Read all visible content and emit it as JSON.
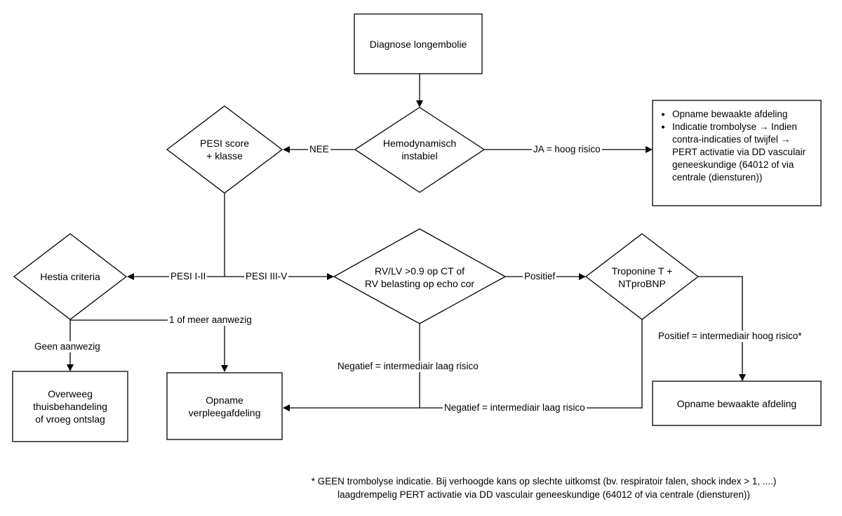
{
  "nodes": {
    "diagnose": "Diagnose longembolie",
    "hemodynamisch_1": "Hemodynamisch",
    "hemodynamisch_2": "instabiel",
    "pesi_1": "PESI score",
    "pesi_2": "+ klasse",
    "hestia": "Hestia criteria",
    "rvlv_1": "RV/LV >0.9 op CT of",
    "rvlv_2": "RV belasting op echo cor",
    "troponine_1": "Troponine T +",
    "troponine_2": "NTproBNP",
    "overweeg_1": "Overweeg",
    "overweeg_2": "thuisbehandeling",
    "overweeg_3": "of vroeg ontslag",
    "opname_verpleeg_1": "Opname",
    "opname_verpleeg_2": "verpleegafdeling",
    "opname_bewaakt": "Opname bewaakte afdeling"
  },
  "high_risk_box": {
    "item_1": "Opname bewaakte afdeling",
    "item_2": "Indicatie trombolyse → Indien contra-indicaties of twijfel → PERT activatie via DD vasculair geneeskundige (64012 of via centrale (diensturen))"
  },
  "edges": {
    "nee": "NEE",
    "ja": "JA = hoog risico",
    "pesi_low": "PESI I-II",
    "pesi_high": "PESI III-V",
    "positief": "Positief",
    "geen_aanwezig": "Geen aanwezig",
    "meer_aanwezig": "1 of meer aanwezig",
    "negatief_rv": "Negatief = intermediair laag risico",
    "negatief_trop": "Negatief = intermediair laag risico",
    "positief_trop": "Positief = intermediair hoog risico*"
  },
  "footnote": {
    "line_1": "* GEEN trombolyse indicatie. Bij verhoogde kans op slechte uitkomst (bv. respiratoir falen, shock index > 1, ....)",
    "line_2": "laagdrempelig PERT activatie via DD vasculair geneeskundige (64012 of via centrale (diensturen))"
  },
  "colors": {
    "stroke": "#000000",
    "background": "#ffffff"
  }
}
